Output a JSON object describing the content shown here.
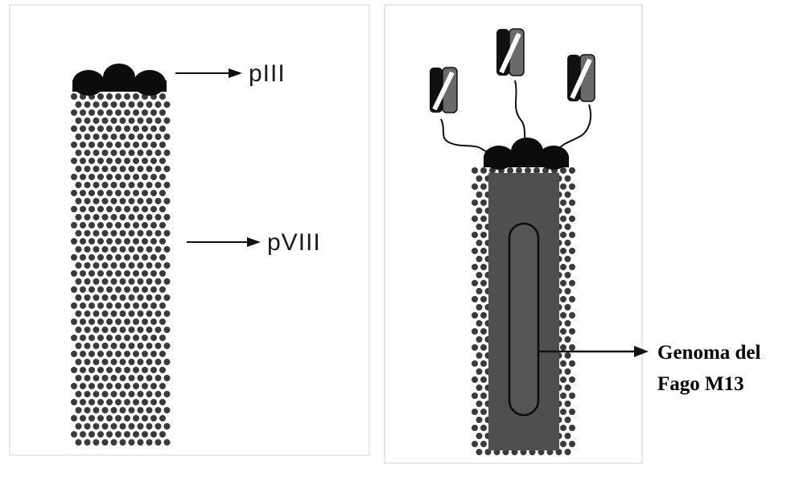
{
  "left_panel": {
    "labels": {
      "piii": "pIII",
      "pviii": "pVIII"
    }
  },
  "right_panel": {
    "genome_label": {
      "line1": "Genoma del",
      "line2": "Fago M13"
    }
  },
  "colors": {
    "coat_particle": "#3a3a3a",
    "tip_protein": "#0c0c0c",
    "genome_fill": "#4f4f4f",
    "panel_border": "#d0d0d0",
    "arrow": "#111111"
  }
}
